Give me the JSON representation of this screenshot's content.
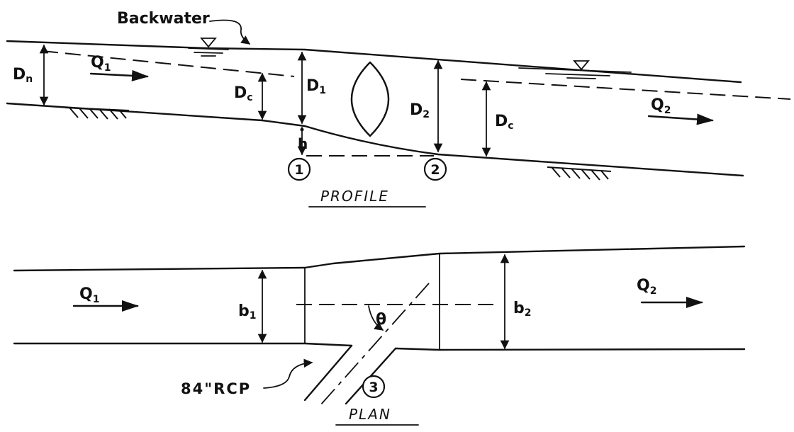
{
  "profile": {
    "caption": "PROFILE",
    "labels": {
      "backwater": "Backwater",
      "q1": "Q",
      "q1_sub": "1",
      "q2": "Q",
      "q2_sub": "2",
      "dn": "D",
      "dn_sub": "n",
      "dc_left": "D",
      "dc_left_sub": "c",
      "d1": "D",
      "d1_sub": "1",
      "d2": "D",
      "d2_sub": "2",
      "dc_right": "D",
      "dc_right_sub": "c",
      "h": "h",
      "section1": "1",
      "section2": "2"
    }
  },
  "plan": {
    "caption": "PLAN",
    "labels": {
      "q1": "Q",
      "q1_sub": "1",
      "q2": "Q",
      "q2_sub": "2",
      "b1": "b",
      "b1_sub": "1",
      "b2": "b",
      "b2_sub": "2",
      "theta": "θ",
      "pipe": "84\"RCP",
      "section3": "3"
    }
  }
}
